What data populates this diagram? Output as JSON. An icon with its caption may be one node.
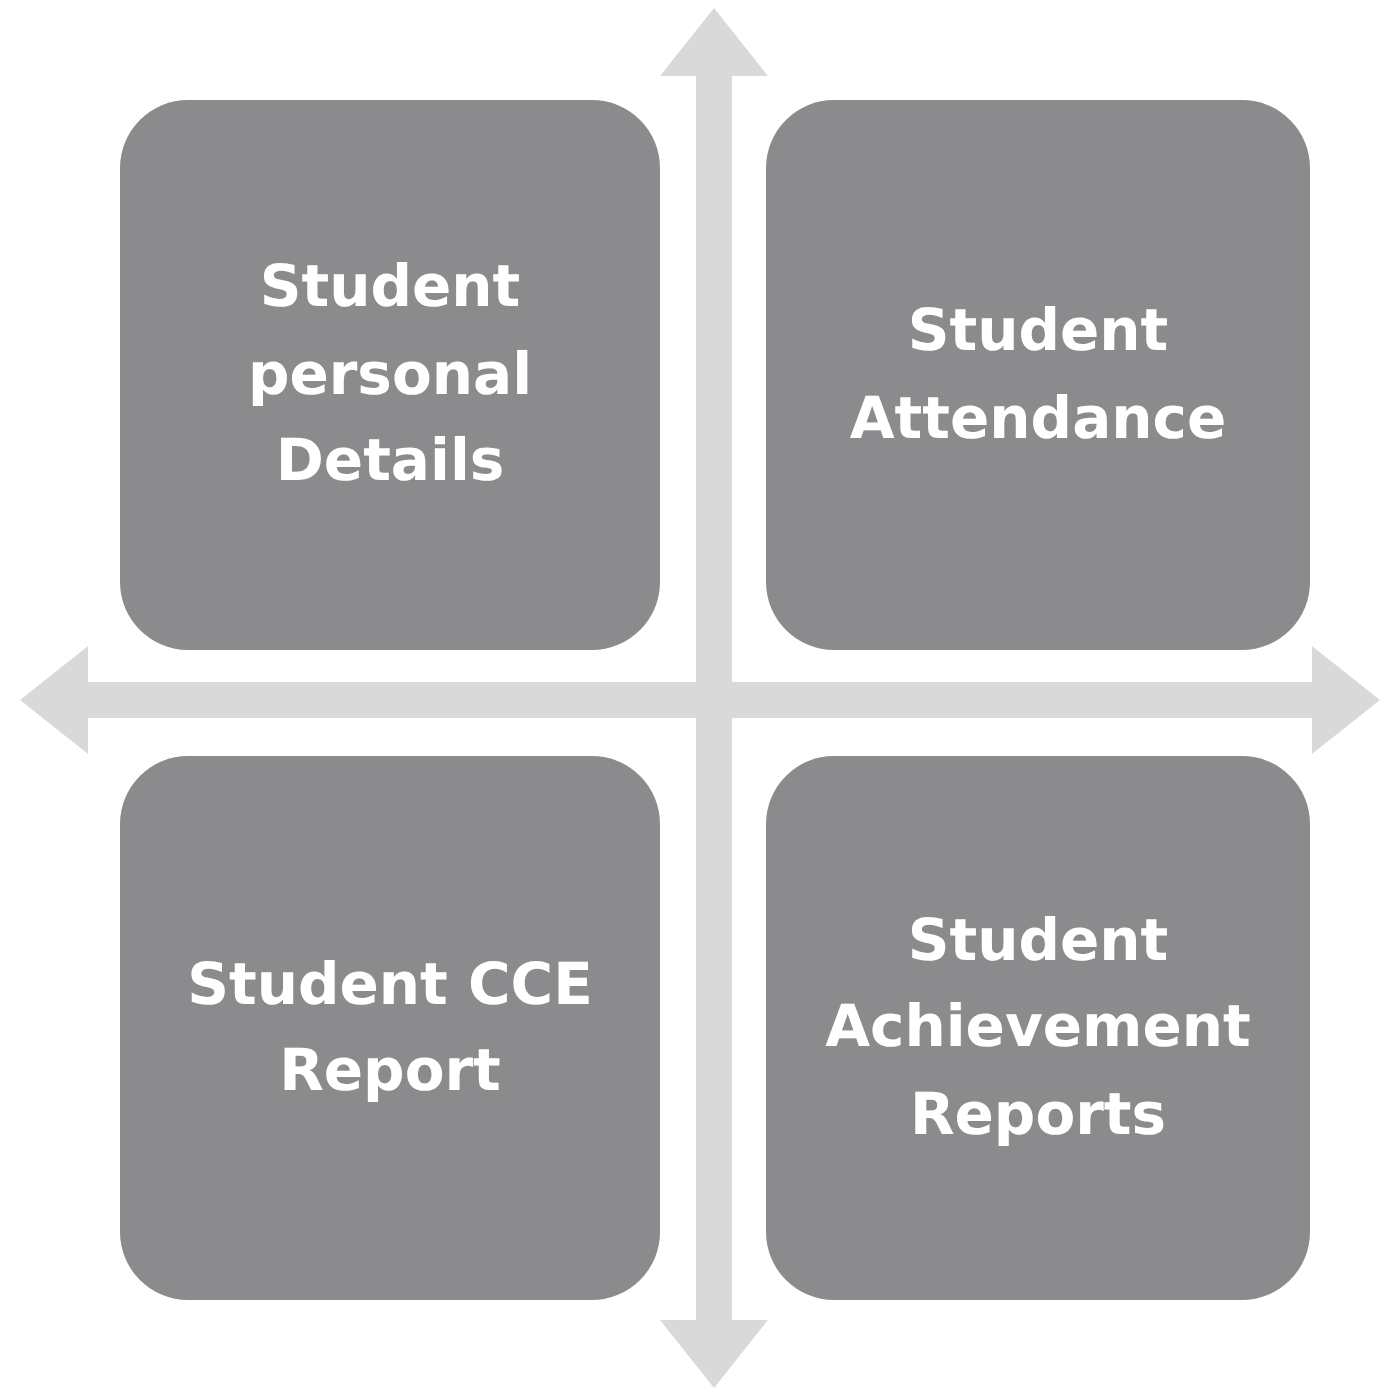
{
  "diagram": {
    "nodes": [
      {
        "text": [
          "Student personal Details"
        ]
      },
      {
        "text": [
          "Student Attendance"
        ]
      },
      {
        "text": [
          "Student CCE Report"
        ]
      },
      {
        "text": [
          "Student Achievement Reports"
        ]
      }
    ]
  }
}
